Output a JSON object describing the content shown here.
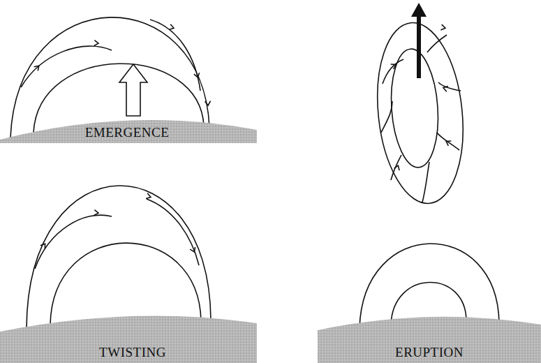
{
  "diagram": {
    "nodes": [
      {
        "text": [
          "EMERGENCE"
        ]
      },
      {
        "text": [
          "TWISTING"
        ]
      },
      {
        "text": [
          "ERUPTION"
        ]
      }
    ]
  }
}
